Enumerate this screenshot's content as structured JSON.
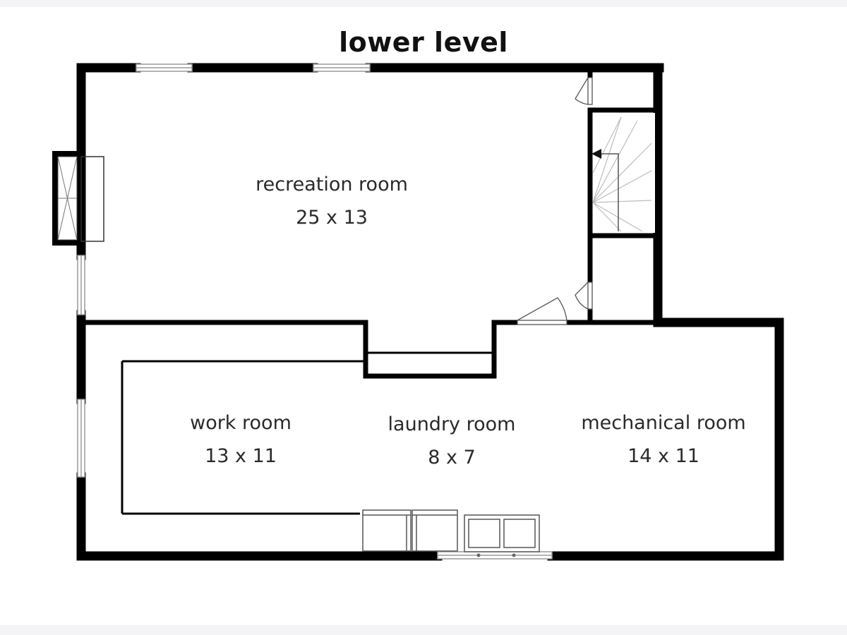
{
  "floor_plan": {
    "title": "lower level",
    "colors": {
      "wall": "#000000",
      "line": "#333333",
      "window": "#9a9a9a",
      "stair_line": "#bdbdbd",
      "background": "#ffffff",
      "text": "#2a2a2a"
    },
    "rooms": [
      {
        "id": "recreation",
        "name": "recreation room",
        "dims": "25 x 13"
      },
      {
        "id": "work",
        "name": "work room",
        "dims": "13 x 11"
      },
      {
        "id": "laundry",
        "name": "laundry room",
        "dims": "8 x 7"
      },
      {
        "id": "mechanical",
        "name": "mechanical room",
        "dims": "14 x 11"
      }
    ]
  }
}
